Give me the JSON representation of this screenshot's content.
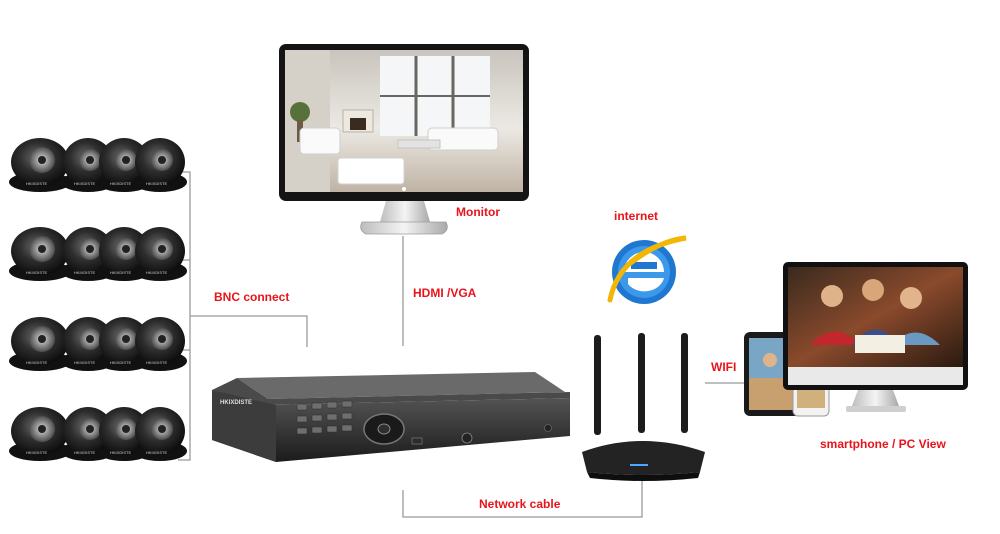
{
  "labels": {
    "monitor": "Monitor",
    "internet": "internet",
    "bnc": "BNC connect",
    "hdmi": "HDMI /VGA",
    "wifi": "WIFI",
    "network": "Network cable",
    "remote_view": "smartphone / PC View"
  },
  "brand": "HKIXDISTE",
  "colors": {
    "label": "#e8141b",
    "line": "#9a9a9a",
    "device": "#2b2b2b",
    "ie_blue": "#1f77d0"
  },
  "icons": [
    "dome-camera-icon",
    "monitor-icon",
    "dvr-icon",
    "router-icon",
    "internet-explorer-icon",
    "tablet-icon",
    "smartphone-icon",
    "pc-monitor-icon"
  ]
}
